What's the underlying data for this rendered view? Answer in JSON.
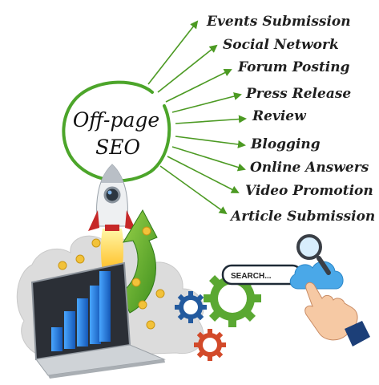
{
  "title": {
    "line1": "Off-page",
    "line2": "SEO"
  },
  "labels": [
    "Events Submission",
    "Social Network",
    "Forum Posting",
    "Press Release",
    "Review",
    "Blogging",
    "Online Answers",
    "Video Promotion",
    "Article Submission"
  ],
  "search": {
    "text": "SEARCH..."
  },
  "colors": {
    "arrow": "#4c9a23",
    "ring": "#4ca52a",
    "bar_blue": "#1d78d8",
    "rocket_red": "#c62828",
    "gear_blue": "#235a9e",
    "gear_green": "#5aa832",
    "gear_red": "#d24a2a"
  }
}
